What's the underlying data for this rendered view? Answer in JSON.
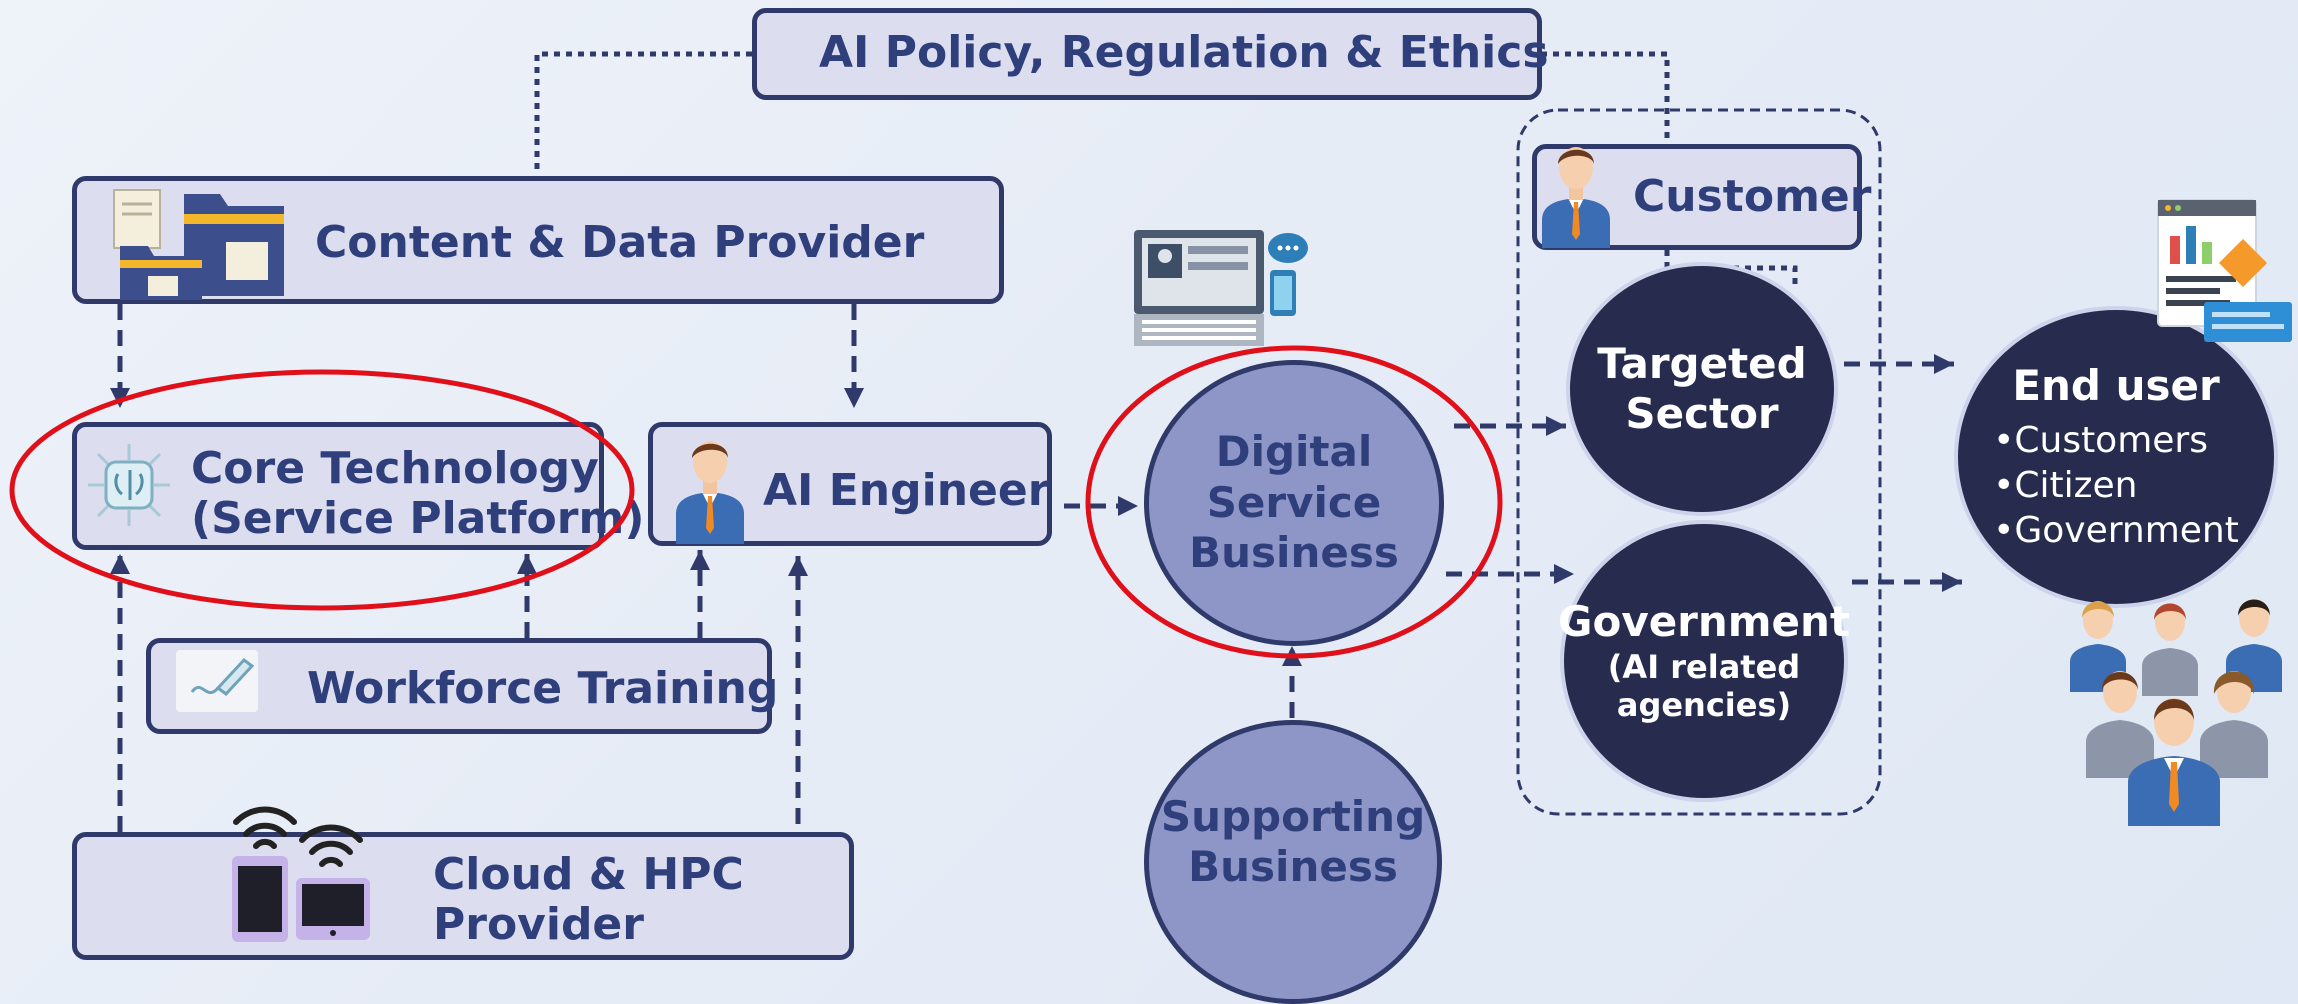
{
  "diagram": {
    "policy_box": {
      "label": "AI Policy, Regulation & Ethics"
    },
    "content_provider": {
      "label": "Content & Data Provider"
    },
    "core_technology": {
      "line1": "Core Technology",
      "line2": "(Service Platform)"
    },
    "ai_engineer": {
      "label": "AI Engineer"
    },
    "workforce_training": {
      "label": "Workforce Training"
    },
    "cloud_provider": {
      "line1": "Cloud & HPC",
      "line2": "Provider"
    },
    "digital_service": {
      "line1": "Digital",
      "line2": "Service",
      "line3": "Business"
    },
    "supporting_business": {
      "line1": "Supporting",
      "line2": "Business"
    },
    "customer": {
      "label": "Customer"
    },
    "targeted_sector": {
      "line1": "Targeted",
      "line2": "Sector"
    },
    "government": {
      "line1": "Government",
      "line2": "(AI related",
      "line3": "agencies)"
    },
    "end_user": {
      "title": "End user",
      "items": [
        "Customers",
        "Citizen",
        "Government"
      ]
    },
    "colors": {
      "box_fill": "#dcdeef",
      "border": "#2f3a6b",
      "text": "#2f3f7c",
      "light_circle": "#8e96c8",
      "dark_circle": "#272c4e",
      "highlight": "#e0101a"
    },
    "icons": [
      "folders-icon",
      "brain-chip-icon",
      "engineer-icon",
      "pen-icon",
      "devices-wifi-icon",
      "computer-icon",
      "customer-icon",
      "report-icon",
      "people-group-icon"
    ]
  }
}
